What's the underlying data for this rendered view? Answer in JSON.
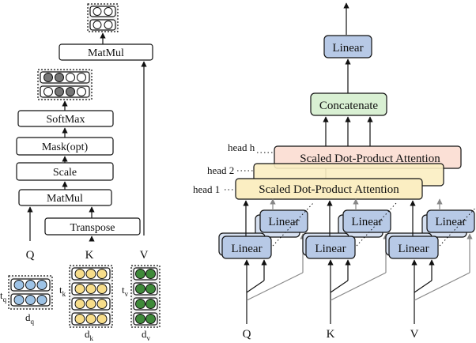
{
  "left": {
    "ops": {
      "matmul_top": "MatMul",
      "softmax": "SoftMax",
      "mask": "Mask(opt)",
      "scale": "Scale",
      "matmul_bottom": "MatMul",
      "transpose": "Transpose"
    },
    "inputs": {
      "q": "Q",
      "k": "K",
      "v": "V"
    },
    "matrix_labels": {
      "tq": "t",
      "tq_sub": "q",
      "dq": "d",
      "dq_sub": "q",
      "tk": "t",
      "tk_sub": "k",
      "dk": "d",
      "dk_sub": "k",
      "tv": "t",
      "tv_sub": "v",
      "dv": "d",
      "dv_sub": "v"
    },
    "colors": {
      "q_cell": "#9ec3e6",
      "k_cell": "#f7dd8a",
      "v_cell": "#3f8a3a",
      "mask_dark": "#777777",
      "mask_light": "#ffffff"
    }
  },
  "right": {
    "linear_top": "Linear",
    "concat": "Concatenate",
    "attention_back": "Scaled Dot-Product Attention",
    "attention_front": "Scaled Dot-Product Attention",
    "heads": {
      "h": "head h",
      "two": "head 2",
      "one": "head 1"
    },
    "linear": "Linear",
    "inputs": {
      "q": "Q",
      "k": "K",
      "v": "V"
    },
    "colors": {
      "linear_fill": "#b7c9e6",
      "concat_fill": "#d9f0d3",
      "attention_fill": "#fbeec2",
      "attention_back_fill": "#fbe0d6"
    }
  }
}
